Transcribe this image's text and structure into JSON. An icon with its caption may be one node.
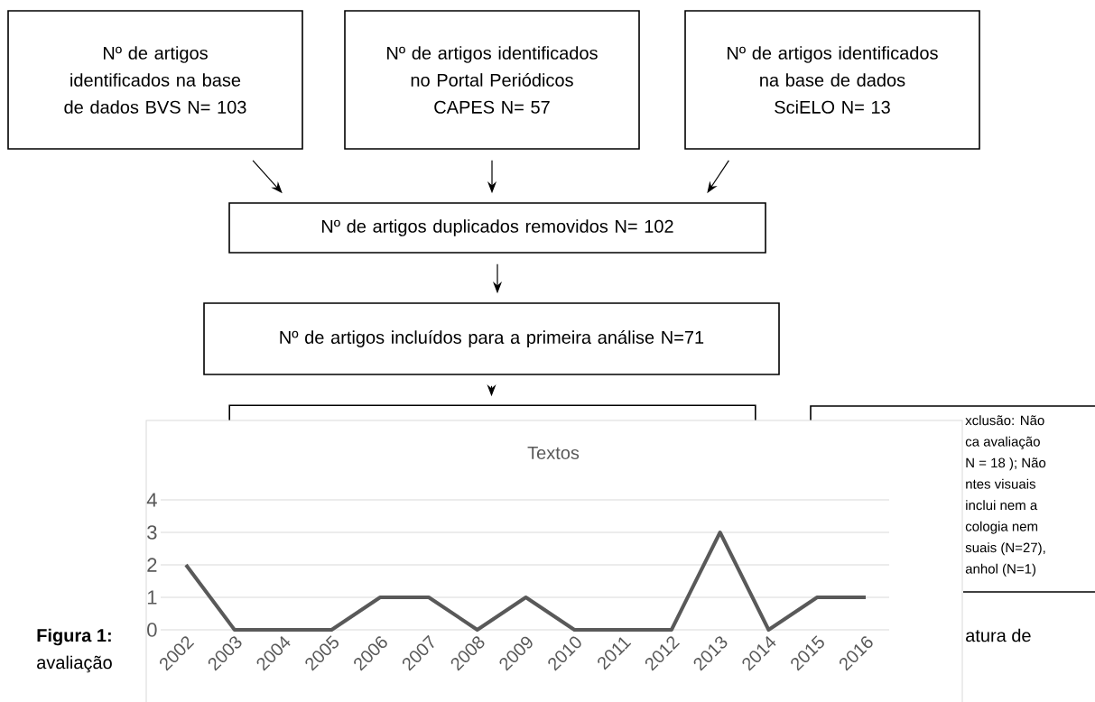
{
  "diagram": {
    "nodes": [
      {
        "text": [
          "Nº de artigos identificados na base de dados BVS N= 103"
        ]
      },
      {
        "text": [
          "Nº de artigos identificados no Portal Periódicos CAPES N= 57"
        ]
      },
      {
        "text": [
          "Nº de artigos identificados na base de dados SciELO N= 13"
        ]
      },
      {
        "text": [
          "Nº de artigos duplicados removidos N= 102"
        ]
      },
      {
        "text": [
          "Nº de artigos incluídos para a primeira análise N=71"
        ]
      },
      {
        "text": [],
        "shape": "box"
      },
      {
        "text": [
          "xclusão: Não",
          "ca avaliação",
          "N = 18 ); Não",
          "ntes visuais",
          "inclui nem a",
          "cologia nem",
          "suais (N=27),",
          "anhol (N=1)"
        ]
      }
    ],
    "edges": [
      {
        "from": 0,
        "to": 3,
        "arrow": "to"
      },
      {
        "from": 1,
        "to": 3,
        "arrow": "to"
      },
      {
        "from": 2,
        "to": 3,
        "arrow": "to"
      },
      {
        "from": 3,
        "to": 4,
        "arrow": "to"
      },
      {
        "from": 4,
        "to": 5,
        "arrow": "to"
      }
    ],
    "labels": [
      "Figura 1:",
      "avaliação",
      "atura de"
    ],
    "chart_data": {
      "type": "line",
      "title": "Textos",
      "grid": true,
      "categories": [
        "2002",
        "2003",
        "2004",
        "2005",
        "2006",
        "2007",
        "2008",
        "2009",
        "2010",
        "2011",
        "2012",
        "2013",
        "2014",
        "2015",
        "2016"
      ],
      "series": [
        {
          "color": "#595959",
          "values": [
            2,
            0,
            0,
            0,
            1,
            1,
            0,
            1,
            0,
            0,
            0,
            3,
            0,
            1,
            1
          ]
        }
      ],
      "ylim": [
        0,
        4
      ],
      "yticks": [
        0,
        1,
        2,
        3,
        4
      ]
    }
  }
}
